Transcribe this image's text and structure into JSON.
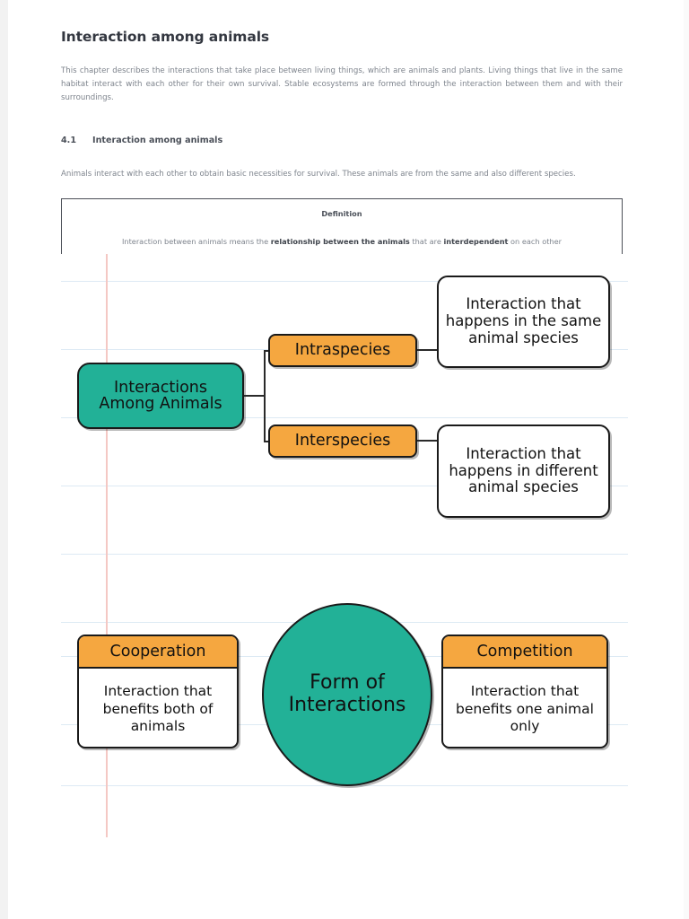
{
  "document": {
    "title": "Interaction among animals",
    "intro": "This chapter describes the interactions that take place between living things, which are animals and plants. Living things that live in the same habitat interact with each other for their own survival. Stable ecosystems are formed through the interaction between them and with their surroundings.",
    "section": {
      "number": "4.1",
      "title": "Interaction among animals"
    },
    "section_intro": "Animals interact with each other to obtain basic necessities for survival. These animals are from the same and also different species.",
    "definition_box": {
      "heading": "Definition",
      "text_part_1": "Interaction between animals means the ",
      "bold_1": "relationship between the animals",
      "text_part_2": " that are ",
      "bold_2": "interdependent",
      "text_part_3": " on each other"
    }
  },
  "diagram_tree": {
    "root": "Interactions\nAmong Animals",
    "root_line_1": "Interactions",
    "root_line_2": "Among Animals",
    "branches": [
      {
        "label": "Intraspecies",
        "description": "Interaction that happens in the same animal species"
      },
      {
        "label": "Interspecies",
        "description": "Interaction that happens in different animal species"
      }
    ]
  },
  "diagram_forms": {
    "center_line_1": "Form of",
    "center_line_2": "Interactions",
    "left_card": {
      "heading": "Cooperation",
      "body": "Interaction that benefits both of animals"
    },
    "right_card": {
      "heading": "Competition",
      "body": "Interaction that benefits one animal only"
    }
  },
  "colors": {
    "teal": "#22b197",
    "orange": "#f5a740",
    "outline": "#1a1a1a",
    "rule_line": "#ddeaf4",
    "margin_line": "#f4c8c4"
  }
}
